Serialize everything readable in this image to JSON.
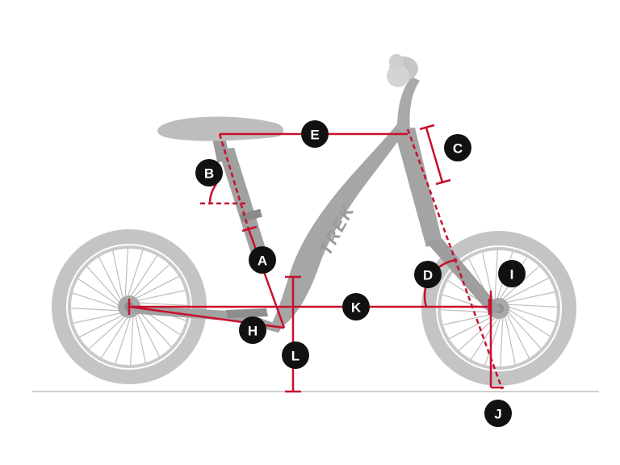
{
  "frame": {
    "brand_logo_text": "TREK"
  },
  "colors": {
    "dimension_line": "#c8102e",
    "badge_fill": "#111111",
    "badge_text": "#ffffff",
    "bike_body": "#a6a6a6",
    "bike_tire": "#bdbdbd",
    "ground_line": "#bfbfbf"
  },
  "labels": {
    "A": "A",
    "B": "B",
    "C": "C",
    "D": "D",
    "E": "E",
    "H": "H",
    "I": "I",
    "J": "J",
    "K": "K",
    "L": "L"
  }
}
